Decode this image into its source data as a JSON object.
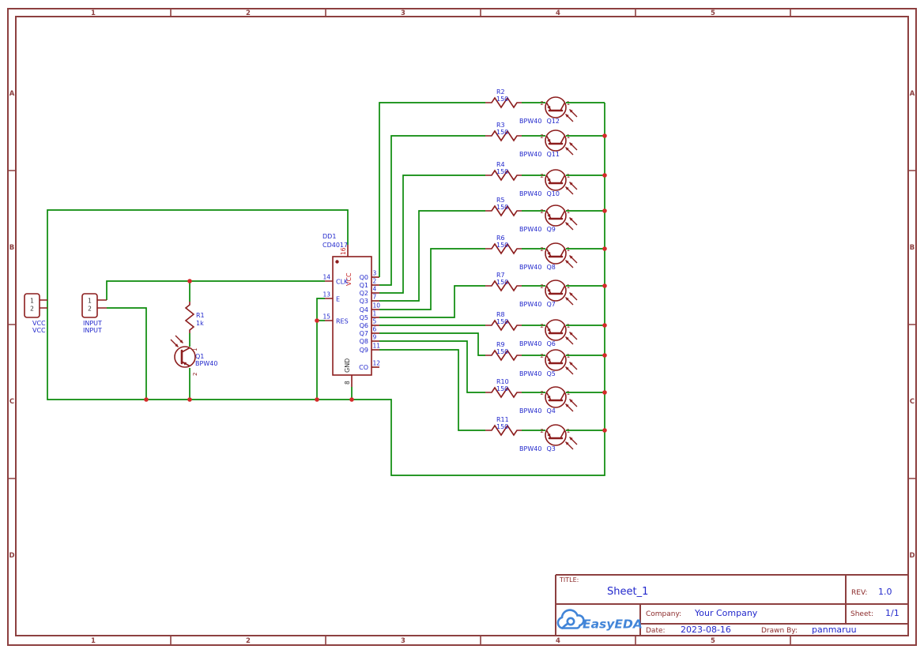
{
  "colors": {
    "wire": "#0a8a0a",
    "symbol": "#8c1d1d",
    "text_blue": "#2228cc",
    "frame": "#8d4040",
    "junction": "#d42a2a",
    "title_text": "#8b2a2a",
    "accent_red": "#c41c1c",
    "logo": "#4285d8",
    "dark": "#2e2e2e"
  },
  "frame": {
    "columns": [
      "1",
      "2",
      "3",
      "4",
      "5"
    ],
    "rows": [
      "A",
      "B",
      "C",
      "D"
    ]
  },
  "title_block": {
    "title_label": "TITLE:",
    "title": "Sheet_1",
    "rev_label": "REV:",
    "rev": "1.0",
    "company_label": "Company:",
    "company": "Your Company",
    "sheet_label": "Sheet:",
    "sheet": "1/1",
    "date_label": "Date:",
    "date": "2023-08-16",
    "drawn_label": "Drawn By:",
    "drawn_by": "panmaruu",
    "logo_text": "EasyEDA"
  },
  "schematic": {
    "ic": {
      "designator": "DD1",
      "part": "CD4017",
      "top_pin": {
        "num": "16",
        "name": "VCC"
      },
      "bottom_pin": {
        "num": "8",
        "name": "GND"
      },
      "co_pin": {
        "num": "12",
        "name": "CO"
      },
      "left_pins": [
        {
          "num": "14",
          "name": "CLK"
        },
        {
          "num": "13",
          "name": "E"
        },
        {
          "num": "15",
          "name": "RES"
        }
      ],
      "right_pins": [
        {
          "num": "3",
          "name": "Q0"
        },
        {
          "num": "2",
          "name": "Q1"
        },
        {
          "num": "4",
          "name": "Q2"
        },
        {
          "num": "7",
          "name": "Q3"
        },
        {
          "num": "10",
          "name": "Q4"
        },
        {
          "num": "1",
          "name": "Q5"
        },
        {
          "num": "5",
          "name": "Q6"
        },
        {
          "num": "6",
          "name": "Q7"
        },
        {
          "num": "9",
          "name": "Q8"
        },
        {
          "num": "11",
          "name": "Q9"
        }
      ]
    },
    "connectors": [
      {
        "pin_labels": [
          "1",
          "2"
        ],
        "net_labels": [
          "VCC",
          "VCC"
        ]
      },
      {
        "pin_labels": [
          "1",
          "2"
        ],
        "net_labels": [
          "INPUT",
          "INPUT"
        ]
      }
    ],
    "r1": {
      "designator": "R1",
      "value": "1k"
    },
    "q1": {
      "designator": "Q1",
      "part": "BPW40"
    },
    "transistor_pins": {
      "c": "1",
      "e": "2"
    },
    "rows": [
      {
        "res": "R2",
        "val": "150",
        "part": "BPW40",
        "q": "Q12"
      },
      {
        "res": "R3",
        "val": "150",
        "part": "BPW40",
        "q": "Q11"
      },
      {
        "res": "R4",
        "val": "150",
        "part": "BPW40",
        "q": "Q10"
      },
      {
        "res": "R5",
        "val": "150",
        "part": "BPW40",
        "q": "Q9"
      },
      {
        "res": "R6",
        "val": "150",
        "part": "BPW40",
        "q": "Q8"
      },
      {
        "res": "R7",
        "val": "150",
        "part": "BPW40",
        "q": "Q7"
      },
      {
        "res": "R8",
        "val": "150",
        "part": "BPW40",
        "q": "Q6"
      },
      {
        "res": "R9",
        "val": "150",
        "part": "BPW40",
        "q": "Q5"
      },
      {
        "res": "R10",
        "val": "150",
        "part": "BPW40",
        "q": "Q4"
      },
      {
        "res": "R11",
        "val": "150",
        "part": "BPW40",
        "q": "Q3"
      }
    ]
  }
}
